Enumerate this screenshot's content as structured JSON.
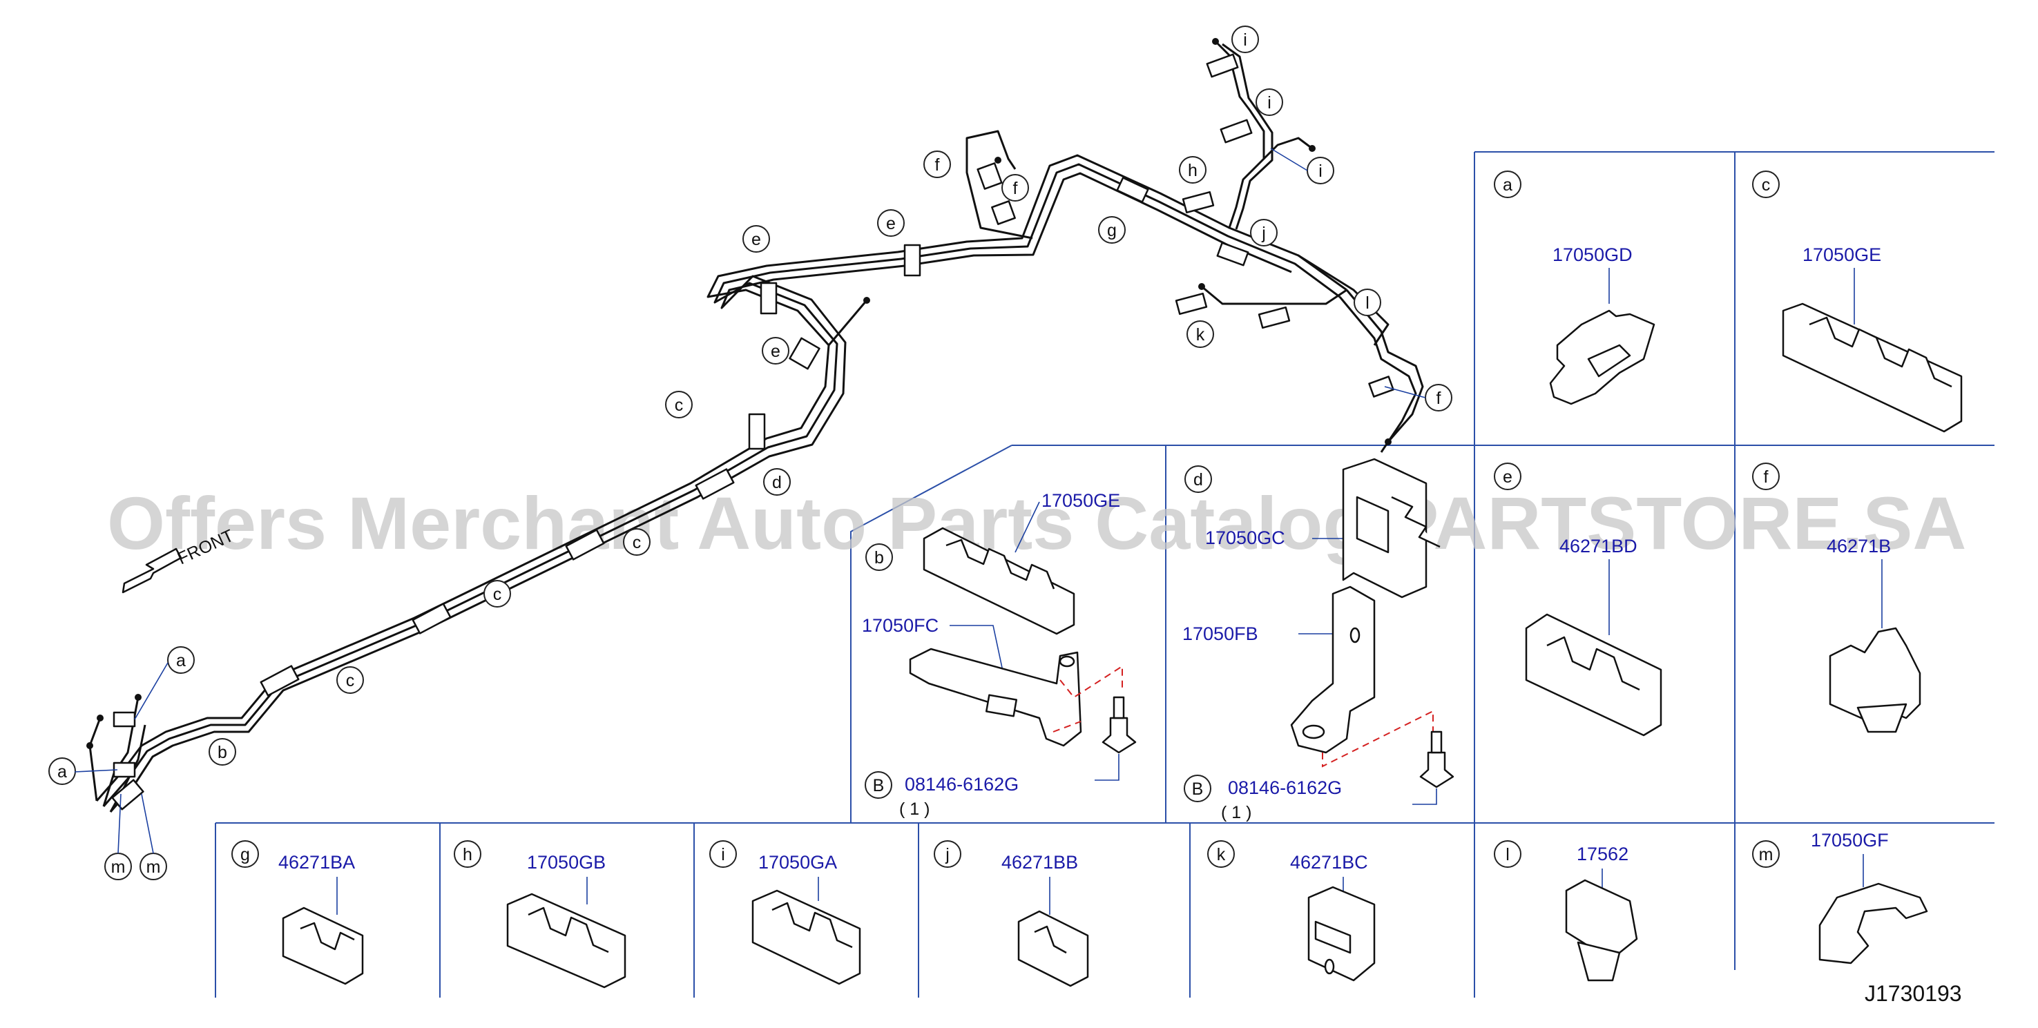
{
  "watermark": "Offers Merchant Auto Parts Catalog PARTSTORE.SA",
  "direction_label": "FRONT",
  "diagram_code": "J1730193",
  "callouts": {
    "a": "a",
    "b": "b",
    "c": "c",
    "d": "d",
    "e": "e",
    "f": "f",
    "g": "g",
    "h": "h",
    "i": "i",
    "j": "j",
    "k": "k",
    "l": "l",
    "m": "m",
    "B": "B"
  },
  "parts": {
    "a": "17050GD",
    "c": "17050GE",
    "b_top": "17050GE",
    "b_bracket": "17050FC",
    "b_bolt": "08146-6162G",
    "b_qty": "( 1 )",
    "d_top": "17050GC",
    "d_bracket": "17050FB",
    "d_bolt": "08146-6162G",
    "d_qty": "( 1 )",
    "e": "46271BD",
    "f": "46271B",
    "g": "46271BA",
    "h": "17050GB",
    "i": "17050GA",
    "j": "46271BB",
    "k": "46271BC",
    "l": "17562",
    "m": "17050GF"
  }
}
